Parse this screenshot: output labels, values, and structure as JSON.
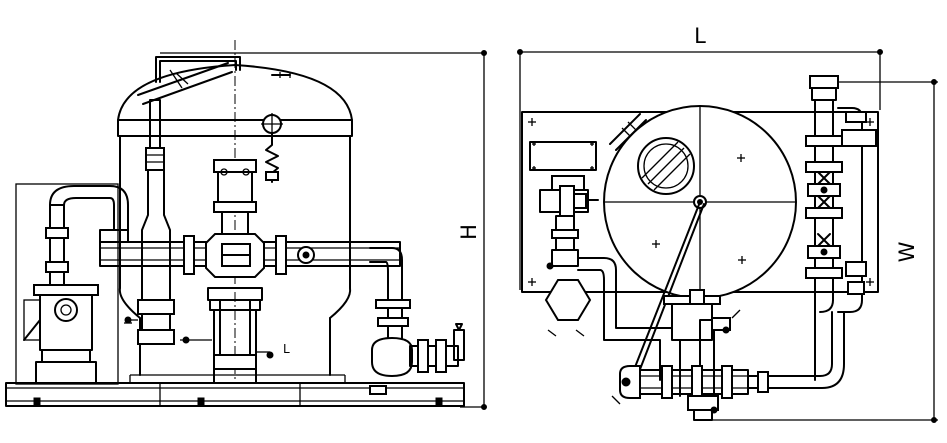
{
  "front_view": {
    "height_label": "H",
    "mark_label": "L"
  },
  "top_view": {
    "length_label": "L",
    "width_label": "W"
  }
}
